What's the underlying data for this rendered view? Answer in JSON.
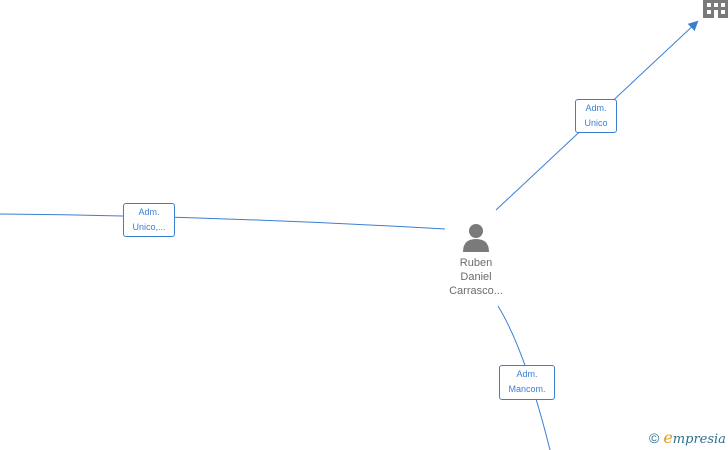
{
  "edges": [
    {
      "id": "top-right",
      "label_line1": "Adm.",
      "label_line2": "Unico"
    },
    {
      "id": "left",
      "label_line1": "Adm.",
      "label_line2": "Unico,..."
    },
    {
      "id": "bottom",
      "label_line1": "Adm.",
      "label_line2": "Mancom."
    }
  ],
  "person": {
    "name_line1": "Ruben",
    "name_line2": "Daniel",
    "name_line3": "Carrasco..."
  },
  "icons": {
    "person": "person-icon",
    "company": "building-icon"
  },
  "watermark": {
    "symbol": "©",
    "brand_initial": "e",
    "brand_rest": "mpresia"
  },
  "colors": {
    "edge": "#3b7fd4",
    "node_text": "#6b6b6b",
    "icon": "#7a7a7a",
    "brand": "#2d6f8c",
    "brand_accent": "#e39a1c"
  }
}
